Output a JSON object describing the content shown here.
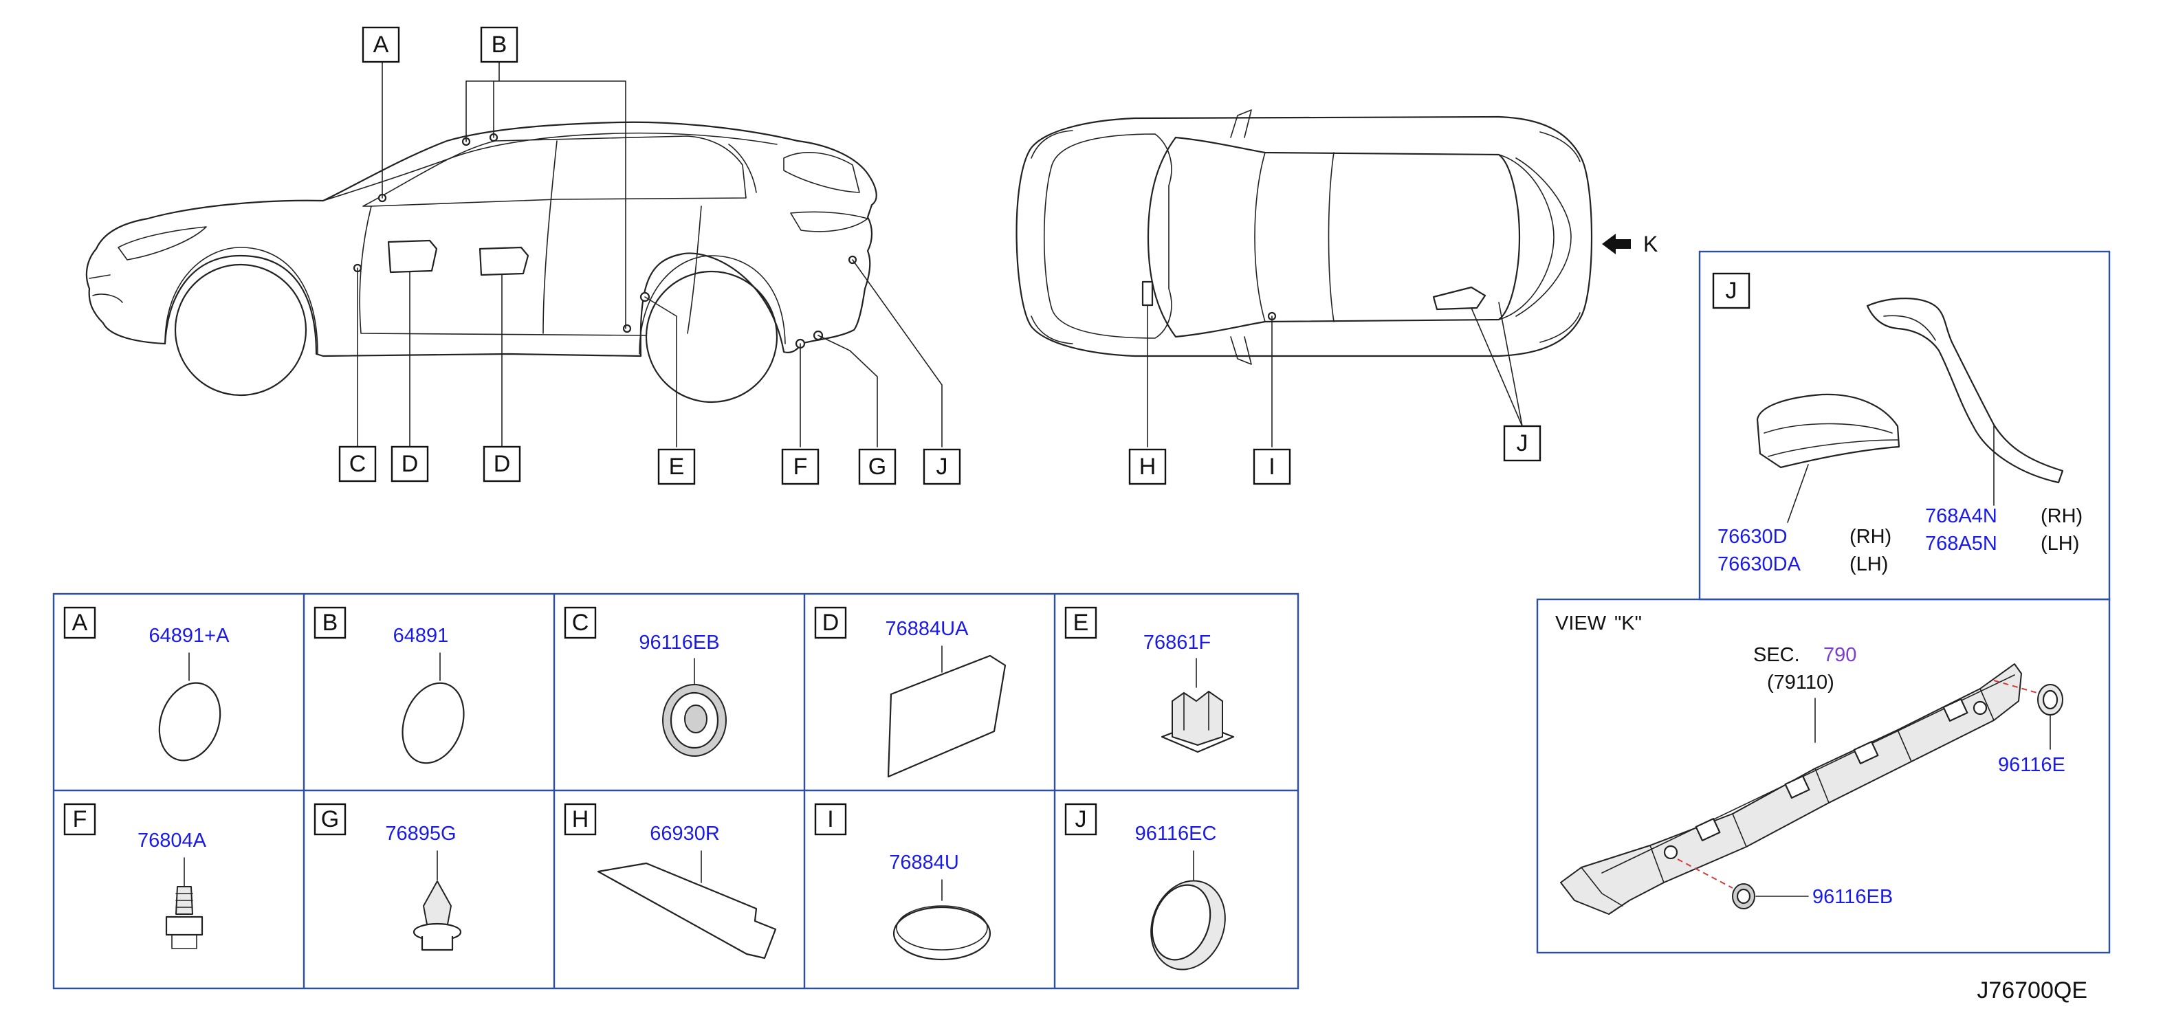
{
  "callouts": {
    "A": "A",
    "B": "B",
    "C": "C",
    "D": "D",
    "E": "E",
    "F": "F",
    "G": "G",
    "H": "H",
    "I": "I",
    "J": "J"
  },
  "view_arrow_label": "K",
  "parts_table": [
    {
      "ref": "A",
      "part": "64891+A"
    },
    {
      "ref": "B",
      "part": "64891"
    },
    {
      "ref": "C",
      "part": "96116EB"
    },
    {
      "ref": "D",
      "part": "76884UA"
    },
    {
      "ref": "E",
      "part": "76861F"
    },
    {
      "ref": "F",
      "part": "76804A"
    },
    {
      "ref": "G",
      "part": "76895G"
    },
    {
      "ref": "H",
      "part": "66930R"
    },
    {
      "ref": "I",
      "part": "76884U"
    },
    {
      "ref": "J",
      "part": "96116EC"
    }
  ],
  "detail_j": {
    "label": "J",
    "part_left_1": "76630D",
    "side_left_1": "(RH)",
    "part_left_2": "76630DA",
    "side_left_2": "(LH)",
    "part_right_1": "768A4N",
    "side_right_1": "(RH)",
    "part_right_2": "768A5N",
    "side_right_2": "(LH)"
  },
  "view_k": {
    "title_1": "VIEW",
    "title_2": "\"K\"",
    "sec_label": "SEC.",
    "sec_number": "790",
    "sec_ref": "(79110)",
    "part_upper": "96116E",
    "part_lower": "96116EB"
  },
  "drawing_code": "J76700QE",
  "colors": {
    "part_number": "#1a1ae6",
    "section_number": "#7a3fd0",
    "table_border": "#2b4fa8",
    "leader_line": "#1c3f8f"
  }
}
